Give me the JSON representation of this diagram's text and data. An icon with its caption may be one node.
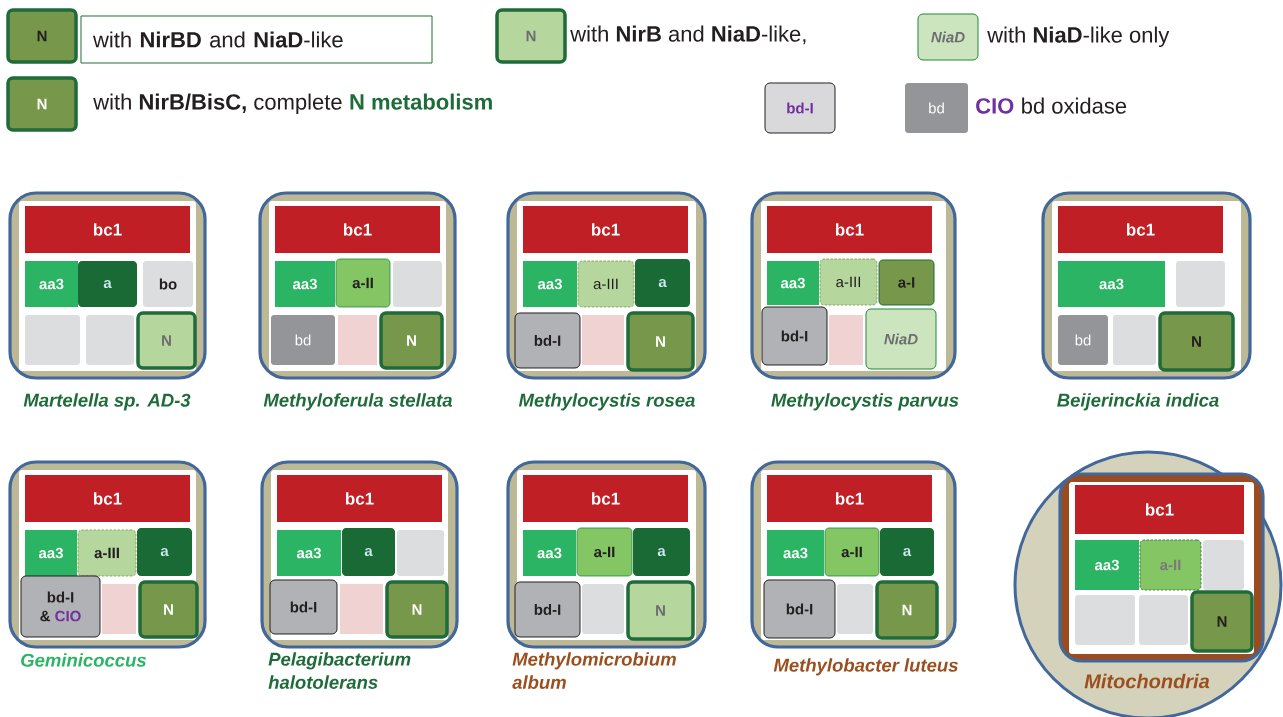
{
  "diagram": {
    "nodes": [
      {
        "text": [
          "N"
        ]
      },
      {
        "text": [
          "with **NirBD** and **NiaD**-like"
        ]
      },
      {
        "text": [
          "N"
        ],
        "beside": [
          "with **NirB** and **NiaD**-like,"
        ]
      },
      {
        "text": [
          "NiaD"
        ],
        "beside": [
          "with **NiaD**-like only"
        ]
      },
      {
        "text": [
          "N"
        ],
        "beside": [
          "with **NirB/BisC,** complete",
          "N metabolism"
        ]
      },
      {
        "text": [
          "bd-I"
        ]
      },
      {
        "text": [
          "bd"
        ],
        "beside": [
          "CIO",
          "bd oxidase"
        ]
      },
      {
        "text": [],
        "shape": "box",
        "beside": [
          "Martelella sp. AD-3"
        ]
      },
      {
        "text": [
          "bc1"
        ],
        "in": 7
      },
      {
        "text": [
          "aa3"
        ],
        "in": 7
      },
      {
        "text": [
          "a"
        ],
        "in": 7
      },
      {
        "text": [
          "bo"
        ],
        "in": 7
      },
      {
        "text": [],
        "shape": "box",
        "in": 7
      },
      {
        "text": [],
        "shape": "box",
        "in": 7
      },
      {
        "text": [
          "N"
        ],
        "in": 7
      },
      {
        "text": [],
        "shape": "box",
        "beside": [
          "Methyloferula stellata"
        ]
      },
      {
        "text": [
          "bc1"
        ],
        "in": 15
      },
      {
        "text": [
          "aa3"
        ],
        "in": 15
      },
      {
        "text": [
          "a-II"
        ],
        "in": 15
      },
      {
        "text": [],
        "shape": "box",
        "in": 15
      },
      {
        "text": [
          "bd"
        ],
        "in": 15
      },
      {
        "text": [],
        "shape": "box",
        "in": 15
      },
      {
        "text": [
          "N"
        ],
        "in": 15
      },
      {
        "text": [],
        "shape": "box",
        "beside": [
          "Methylocystis rosea"
        ]
      },
      {
        "text": [
          "bc1"
        ],
        "in": 23
      },
      {
        "text": [
          "aa3"
        ],
        "in": 23
      },
      {
        "text": [
          "a-III"
        ],
        "in": 23
      },
      {
        "text": [
          "a"
        ],
        "in": 23
      },
      {
        "text": [
          "bd-I"
        ],
        "in": 23
      },
      {
        "text": [],
        "shape": "box",
        "in": 23
      },
      {
        "text": [
          "N"
        ],
        "in": 23
      },
      {
        "text": [],
        "shape": "box",
        "beside": [
          "Methylocystis parvus"
        ]
      },
      {
        "text": [
          "bc1"
        ],
        "in": 31
      },
      {
        "text": [
          "aa3"
        ],
        "in": 31
      },
      {
        "text": [
          "a-III"
        ],
        "in": 31
      },
      {
        "text": [
          "a-I"
        ],
        "in": 31
      },
      {
        "text": [
          "bd-I"
        ],
        "in": 31
      },
      {
        "text": [],
        "shape": "box",
        "in": 31
      },
      {
        "text": [
          "NiaD"
        ],
        "in": 31
      },
      {
        "text": [],
        "shape": "box",
        "beside": [
          "Beijerinckia indica"
        ]
      },
      {
        "text": [
          "bc1"
        ],
        "in": 39
      },
      {
        "text": [
          "aa3"
        ],
        "in": 39
      },
      {
        "text": [],
        "shape": "box",
        "in": 39
      },
      {
        "text": [
          "bd"
        ],
        "in": 39
      },
      {
        "text": [],
        "shape": "box",
        "in": 39
      },
      {
        "text": [
          "N"
        ],
        "in": 39
      },
      {
        "text": [],
        "shape": "box",
        "beside": [
          "Geminicoccus"
        ]
      },
      {
        "text": [
          "bc1"
        ],
        "in": 46
      },
      {
        "text": [
          "aa3"
        ],
        "in": 46
      },
      {
        "text": [
          "a-III"
        ],
        "in": 46
      },
      {
        "text": [
          "a"
        ],
        "in": 46
      },
      {
        "text": [
          "bd-I",
          "&",
          "CIO"
        ],
        "in": 46
      },
      {
        "text": [],
        "shape": "box",
        "in": 46
      },
      {
        "text": [
          "N"
        ],
        "in": 46
      },
      {
        "text": [],
        "shape": "box",
        "beside": [
          "Pelagibacterium halotolerans"
        ]
      },
      {
        "text": [
          "bc1"
        ],
        "in": 54
      },
      {
        "text": [
          "aa3"
        ],
        "in": 54
      },
      {
        "text": [
          "a"
        ],
        "in": 54
      },
      {
        "text": [],
        "shape": "box",
        "in": 54
      },
      {
        "text": [
          "bd-I"
        ],
        "in": 54
      },
      {
        "text": [],
        "shape": "box",
        "in": 54
      },
      {
        "text": [
          "N"
        ],
        "in": 54
      },
      {
        "text": [],
        "shape": "box",
        "beside": [
          "Methylomicrobium album"
        ]
      },
      {
        "text": [
          "bc1"
        ],
        "in": 62
      },
      {
        "text": [
          "aa3"
        ],
        "in": 62
      },
      {
        "text": [
          "a-II"
        ],
        "in": 62
      },
      {
        "text": [
          "a"
        ],
        "in": 62
      },
      {
        "text": [
          "bd-I"
        ],
        "in": 62
      },
      {
        "text": [],
        "shape": "box",
        "in": 62
      },
      {
        "text": [
          "N"
        ],
        "in": 62
      },
      {
        "text": [],
        "shape": "box",
        "beside": [
          "Methylobacter luteus"
        ]
      },
      {
        "text": [
          "bc1"
        ],
        "in": 70
      },
      {
        "text": [
          "aa3"
        ],
        "in": 70
      },
      {
        "text": [
          "a-II"
        ],
        "in": 70
      },
      {
        "text": [
          "a"
        ],
        "in": 70
      },
      {
        "text": [
          "bd-I"
        ],
        "in": 70
      },
      {
        "text": [],
        "shape": "box",
        "in": 70
      },
      {
        "text": [
          "N"
        ],
        "in": 70
      },
      {
        "text": [
          "Mitochondria"
        ]
      },
      {
        "text": [],
        "shape": "box",
        "in": 78
      },
      {
        "text": [
          "bc1"
        ],
        "in": 79
      },
      {
        "text": [
          "aa3"
        ],
        "in": 79
      },
      {
        "text": [
          "a-II"
        ],
        "in": 79
      },
      {
        "text": [],
        "shape": "box",
        "in": 79
      },
      {
        "text": [],
        "shape": "box",
        "in": 79
      },
      {
        "text": [],
        "shape": "box",
        "in": 79
      },
      {
        "text": [
          "N"
        ],
        "in": 79
      }
    ]
  }
}
